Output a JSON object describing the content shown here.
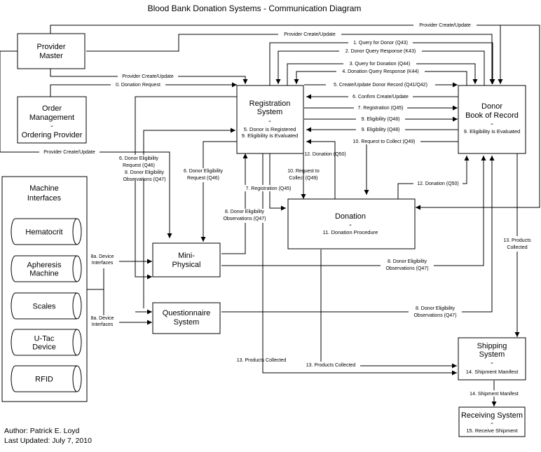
{
  "title": "Blood Bank Donation Systems - Communication Diagram",
  "nodes": {
    "provider_master": {
      "lines": [
        "Provider",
        "Master"
      ]
    },
    "order_management": {
      "lines": [
        "Order",
        "Management",
        "-",
        "Ordering Provider"
      ]
    },
    "registration": {
      "lines": [
        "Registration",
        "System",
        "-"
      ],
      "sub": [
        "5. Donor is Registered",
        "9. Eligibility is Evaluated"
      ]
    },
    "donor_book": {
      "lines": [
        "Donor",
        "Book of Record",
        "-"
      ],
      "sub": [
        "9. Eligibility is Evaluated"
      ]
    },
    "donation": {
      "lines": [
        "Donation",
        "-"
      ],
      "sub": [
        "11. Donation Procedure"
      ]
    },
    "mini_physical": {
      "lines": [
        "Mini-",
        "Physical"
      ]
    },
    "questionnaire": {
      "lines": [
        "Questionnaire",
        "System"
      ]
    },
    "shipping": {
      "lines": [
        "Shipping",
        "System",
        "-"
      ],
      "sub": [
        "14. Shipment Manifest"
      ]
    },
    "receiving": {
      "lines": [
        "Receiving System",
        "-"
      ],
      "sub": [
        "15. Receive Shipment"
      ]
    },
    "machine_interfaces": {
      "lines": [
        "Machine",
        "Interfaces"
      ]
    }
  },
  "devices": [
    {
      "lines": [
        "Hematocrit"
      ]
    },
    {
      "lines": [
        "Apheresis",
        "Machine"
      ]
    },
    {
      "lines": [
        "Scales"
      ]
    },
    {
      "lines": [
        "U-Tac",
        "Device"
      ]
    },
    {
      "lines": [
        "RFID"
      ]
    }
  ],
  "messages": {
    "provider_update_top": "Provider Create/Update",
    "provider_update_2": "Provider Create/Update",
    "provider_update_reg": "Provider Create/Update",
    "provider_update_left": "Provider Create/Update",
    "m0": "0. Donation Request",
    "m1": "1. Query for Donor (Q43)",
    "m2": "2. Donor Query Response (K43)",
    "m3": "3. Query for Donation (Q44)",
    "m4": "4. Donation Query Response (K44)",
    "m5": "5. Create/Update Donor Record (Q41/Q42)",
    "m6": "6. Confirm Create/Update",
    "m7": "7. Registration (Q45)",
    "m9a": "9. Eligibility (Q48)",
    "m9b": "9. Eligibility (Q48)",
    "m10": "10. Request to Collect (Q49)",
    "m12a": "12. Donation (Q50)",
    "m10b": [
      "10. Request to",
      "Collect (Q49)"
    ],
    "m7b": "7. Registration (Q45)",
    "m12b": "12. Donation (Q50)",
    "m6a": [
      "6. Donor Eligibility",
      "Request (Q46)"
    ],
    "m8a": [
      "8. Donor Eligibility",
      "Observations (Q47)"
    ],
    "m6b": [
      "6. Donor Eligibility",
      "Request (Q46)"
    ],
    "m8b": [
      "8. Donor Eligibility",
      "Observations (Q47)"
    ],
    "m8c": [
      "8. Donor Eligibility",
      "Observations (Q47)"
    ],
    "m8d": [
      "8. Donor Eligibility",
      "Observations (Q47)"
    ],
    "m8a_dev1": [
      "8a. Device",
      "Interfaces"
    ],
    "m8a_dev2": [
      "8a. Device",
      "Interfaces"
    ],
    "m13a": [
      "13. Products",
      "Collected"
    ],
    "m13b": "13. Products Collected",
    "m13c": "13. Products Collected",
    "m14": "14. Shipment Manifest"
  },
  "footer": {
    "author": "Author: Patrick E. Loyd",
    "updated": "Last Updated: July 7, 2010"
  }
}
